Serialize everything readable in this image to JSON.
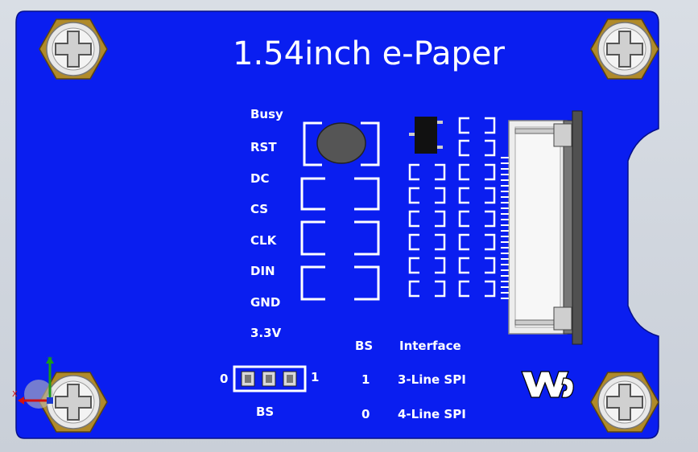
{
  "board": {
    "title": "1.54inch e-Paper",
    "pins": [
      "Busy",
      "RST",
      "DC",
      "CS",
      "CLK",
      "DIN",
      "GND",
      "3.3V"
    ],
    "bs_label": "BS",
    "bs_zero": "0",
    "bs_one": "1",
    "table": {
      "col_bs": "BS",
      "col_interface": "Interface",
      "rows": [
        {
          "bs": "1",
          "interface": "3-Line SPI"
        },
        {
          "bs": "0",
          "interface": "4-Line SPI"
        }
      ]
    }
  },
  "axis": {
    "x": "X",
    "y": "Y"
  },
  "colors": {
    "pcb": "#0a1ef0",
    "silkscreen": "#ffffff",
    "background": "#cdd3dc"
  }
}
